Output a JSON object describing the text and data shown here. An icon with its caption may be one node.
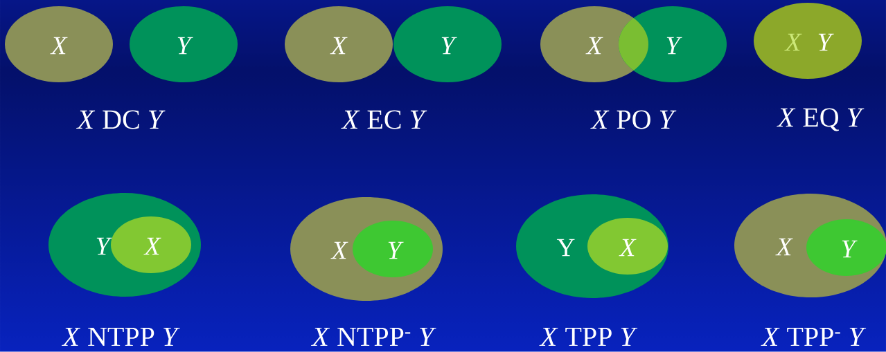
{
  "diagram": {
    "nodes": [
      {
        "text": [
          "X"
        ]
      },
      {
        "text": [
          "Y"
        ]
      },
      {
        "text": [
          "X"
        ]
      },
      {
        "text": [
          "Y"
        ]
      },
      {
        "text": [
          "X"
        ]
      },
      {
        "text": [
          "Y"
        ]
      },
      {
        "text": [
          "X",
          "Y"
        ]
      },
      {
        "text": [
          "Y"
        ]
      },
      {
        "text": [
          "X"
        ],
        "in": 7
      },
      {
        "text": [
          "X"
        ]
      },
      {
        "text": [
          "Y"
        ],
        "in": 9
      },
      {
        "text": [
          "Y"
        ]
      },
      {
        "text": [
          "X"
        ],
        "in": 11
      },
      {
        "text": [
          "X"
        ]
      },
      {
        "text": [
          "Y"
        ],
        "in": 13
      }
    ],
    "labels": [
      "*X* DC *Y*",
      "*X* EC *Y*",
      "*X* PO *Y*",
      "*X* EQ *Y*",
      "*X* NTPP *Y*",
      "*X* NTPP$^{-}$ *Y*",
      "*X* TPP *Y*",
      "*X* TPP$^{-}$ *Y*"
    ]
  }
}
